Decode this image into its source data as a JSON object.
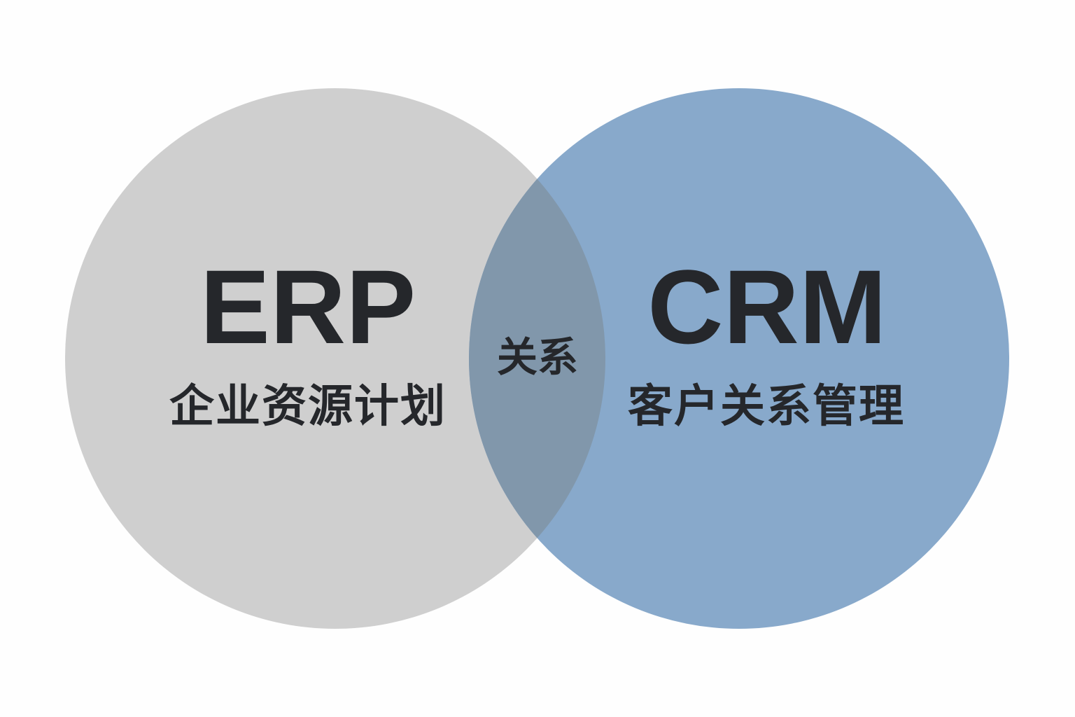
{
  "diagram": {
    "type": "venn",
    "sets": [
      {
        "id": "erp",
        "abbr": "ERP",
        "label": "企业资源计划",
        "color": "#cfcfcf"
      },
      {
        "id": "crm",
        "abbr": "CRM",
        "label": "客户关系管理",
        "color": "#88a9cb"
      }
    ],
    "intersection": {
      "label": "关系",
      "color": "#8197ab"
    },
    "background": "#fefefe",
    "text_color": "#25272b"
  }
}
